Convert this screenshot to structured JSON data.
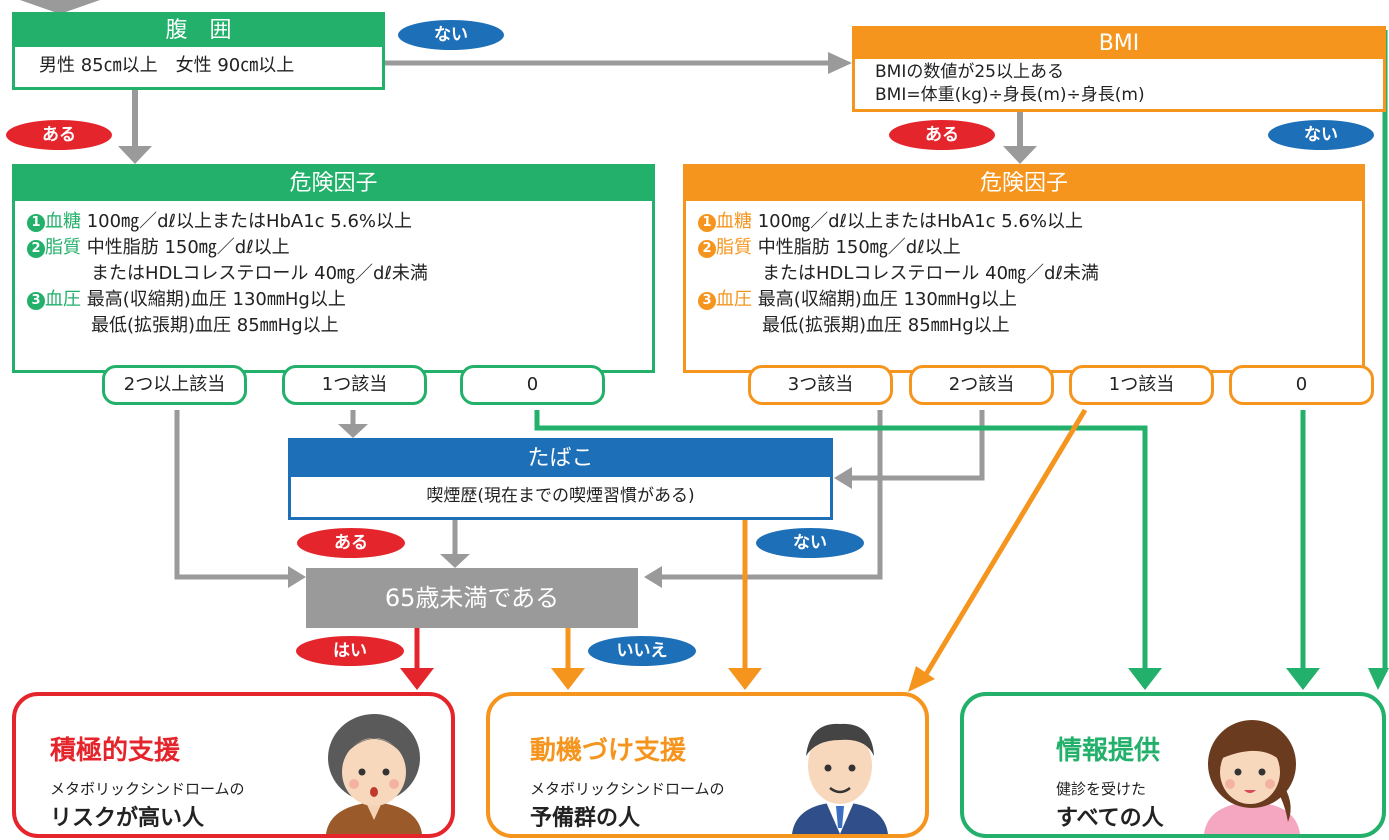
{
  "waist": {
    "title": "腹　囲",
    "criteria": "男性 85㎝以上　女性 90㎝以上"
  },
  "bmi": {
    "title": "BMI",
    "line1": "BMIの数値が25以上ある",
    "line2": "BMI=体重(kg)÷身長(m)÷身長(m)"
  },
  "labels": {
    "yes": "ある",
    "no": "ない",
    "hai": "はい",
    "iie": "いいえ"
  },
  "risk": {
    "title": "危険因子",
    "items": [
      {
        "num": "1",
        "name": "血糖",
        "text": "100㎎／dℓ以上またはHbA1c 5.6%以上"
      },
      {
        "num": "2",
        "name": "脂質",
        "text": "中性脂肪 150㎎／dℓ以上"
      },
      {
        "num": "",
        "name": "",
        "text": "またはHDLコレステロール 40㎎／dℓ未満"
      },
      {
        "num": "3",
        "name": "血圧",
        "text": "最高(収縮期)血圧 130㎜Hg以上"
      },
      {
        "num": "",
        "name": "",
        "text": "最低(拡張期)血圧 85㎜Hg以上"
      }
    ]
  },
  "counts_left": [
    "2つ以上該当",
    "1つ該当",
    "0"
  ],
  "counts_right": [
    "3つ該当",
    "2つ該当",
    "1つ該当",
    "0"
  ],
  "tobacco": {
    "title": "たばこ",
    "text": "喫煙歴(現在までの喫煙習慣がある)"
  },
  "age": {
    "text": "65歳未満である"
  },
  "results": [
    {
      "title": "積極的支援",
      "sub": "メタボリックシンドロームの",
      "big": "リスクが高い人",
      "color": "#e5252c"
    },
    {
      "title": "動機づけ支援",
      "sub": "メタボリックシンドロームの",
      "big": "予備群の人",
      "color": "#f5951e"
    },
    {
      "title": "情報提供",
      "sub": "健診を受けた",
      "big": "すべての人",
      "color": "#22b06a"
    }
  ],
  "colors": {
    "green": "#22b06a",
    "orange": "#f5951e",
    "blue": "#1d6fb8",
    "red": "#e5252c",
    "gray": "#9a9a9a"
  }
}
